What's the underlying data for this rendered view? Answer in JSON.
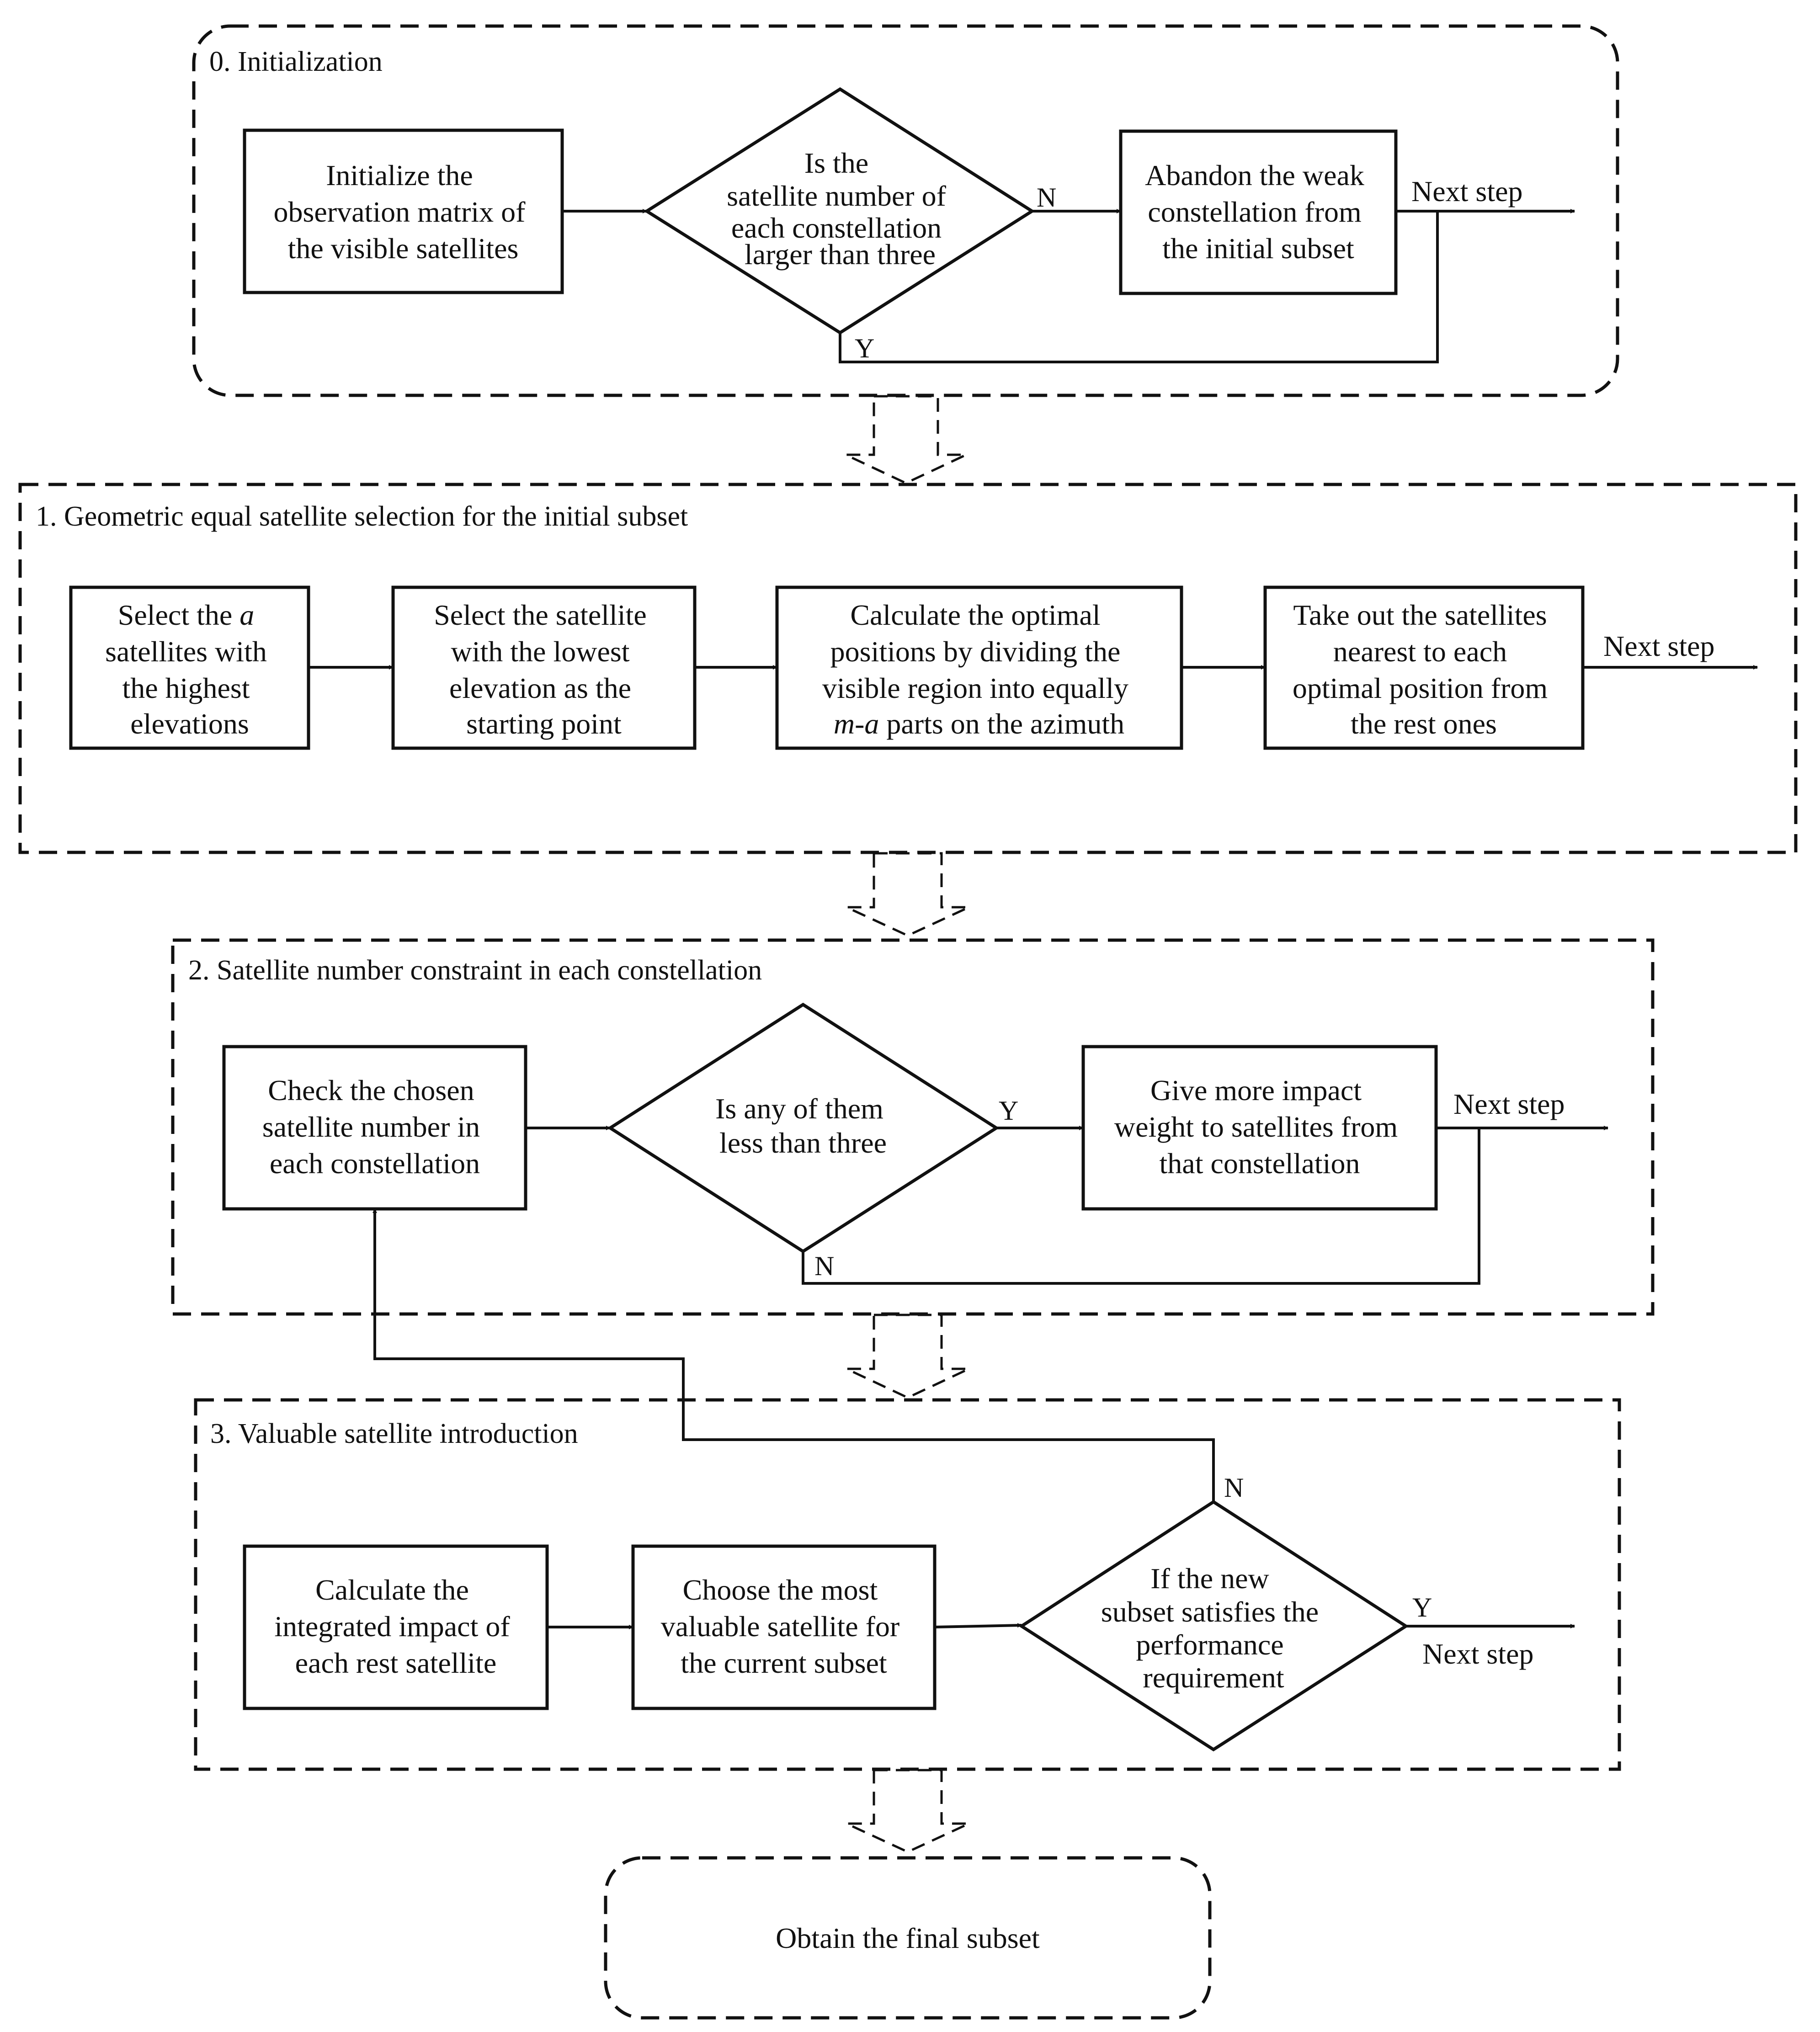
{
  "sections": {
    "s0": {
      "title": "0. Initialization"
    },
    "s1": {
      "title": "1. Geometric equal satellite selection for the initial subset"
    },
    "s2": {
      "title": "2. Satellite number constraint  in each constellation"
    },
    "s3": {
      "title": "3. Valuable satellite introduction"
    }
  },
  "nodes": {
    "init_matrix": [
      "Initialize the",
      "observation matrix of",
      "the visible satellites"
    ],
    "dec_sat_num": [
      "Is the",
      "satellite number of",
      "each constellation",
      "larger than three"
    ],
    "abandon_weak": [
      "Abandon the weak",
      "constellation from",
      "the initial subset"
    ],
    "select_a": [
      "Select the ",
      "a",
      "satellites with",
      "the highest",
      "elevations"
    ],
    "select_lowest": [
      "Select the satellite",
      "with the lowest",
      "elevation as the",
      "starting point"
    ],
    "calc_optimal": [
      "Calculate the optimal",
      "positions by dividing the",
      "visible region into equally",
      "m-a",
      " parts on the azimuth"
    ],
    "take_out": [
      "Take out the satellites",
      "nearest to each",
      "optimal position from",
      "the rest ones"
    ],
    "check_chosen": [
      "Check the chosen",
      "satellite number  in",
      "each constellation"
    ],
    "dec_less_three": [
      "Is any of them",
      "less  than three"
    ],
    "give_weight": [
      "Give more impact",
      "weight to satellites from",
      "that constellation"
    ],
    "calc_integrated": [
      "Calculate the",
      "integrated  impact of",
      "each rest satellite"
    ],
    "choose_valuable": [
      "Choose the most",
      "valuable satellite for",
      "the current subset"
    ],
    "dec_performance": [
      "If the new",
      "subset satisfies the",
      "performance",
      "requirement"
    ],
    "final": "Obtain the final subset"
  },
  "labels": {
    "next_step": "Next step",
    "yes": "Y",
    "no": "N"
  },
  "colors": {
    "stroke": "#111111",
    "background": "#ffffff"
  }
}
